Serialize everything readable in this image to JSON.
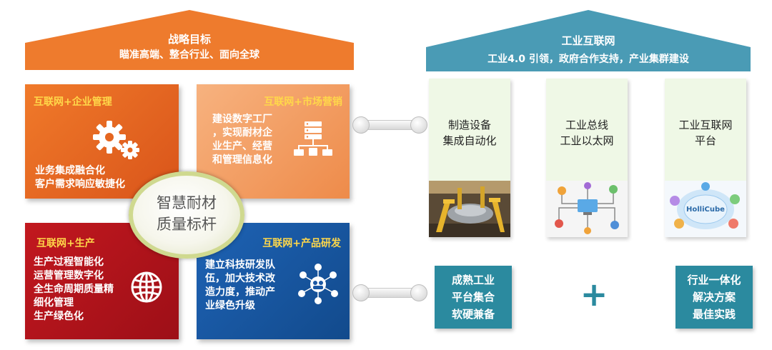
{
  "left_roof": {
    "title": "战略目标",
    "subtitle": "瞄准高端、整合行业、面向全球",
    "color": "#ee7b2d"
  },
  "right_roof": {
    "title": "工业互联网",
    "subtitle": "工业4.0 引领，政府合作支持，产业集群建设",
    "color": "#4a9bb5"
  },
  "quadrants": {
    "top_left": {
      "title": "互联网+企业管理",
      "body": "业务集成融合化\n客户需求响应敏捷化",
      "icon": "gears-icon",
      "color": "#e8611d"
    },
    "top_right": {
      "title": "互联网+市场营销",
      "body": "建设数字工厂\n，实现耐材企\n业生产、经营\n和管理信息化",
      "icon": "network-server-icon",
      "color": "#f4a46b"
    },
    "bottom_left": {
      "title": "互联网+生产",
      "body": "生产过程智能化\n运营管理数字化\n全生命周期质量精\n细化管理\n生产绿色化",
      "icon": "globe-icon",
      "color": "#b2151c"
    },
    "bottom_right": {
      "title": "互联网+产品研发",
      "body": "建立科技研发队\n伍，加大技术改\n造力度，推动产\n业绿色升级",
      "icon": "research-hub-icon",
      "color": "#1a57a3"
    }
  },
  "center": {
    "line1": "智慧耐材",
    "line2": "质量标杆"
  },
  "panels": [
    {
      "text": "制造设备\n集成自动化",
      "image": "factory-robot-image"
    },
    {
      "text": "工业总线\n工业以太网",
      "image": "network-devices-image"
    },
    {
      "text": "工业互联网\n平台",
      "image": "hollicube-platform-image",
      "logo_text": "HolliCube"
    }
  ],
  "bottom_boxes": {
    "left": "成熟工业\n平台集合\n软硬兼备",
    "plus": "+",
    "right": "行业一体化\n解决方案\n最佳实践"
  }
}
